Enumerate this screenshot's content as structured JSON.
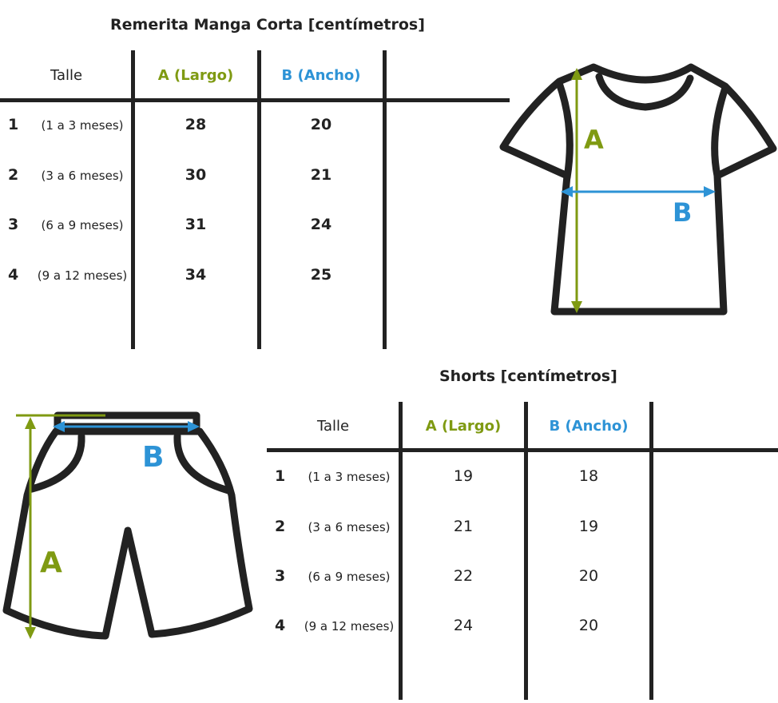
{
  "colors": {
    "a": "#7f9a12",
    "b": "#2d93d6",
    "line": "#222222"
  },
  "shirt": {
    "title": "Remerita Manga Corta [centímetros]",
    "headers": {
      "talle": "Talle",
      "a": "A (Largo)",
      "b": "B (Ancho)"
    },
    "rows": [
      {
        "n": "1",
        "range": "(1 a 3 meses)",
        "a": "28",
        "b": "20"
      },
      {
        "n": "2",
        "range": "(3 a 6 meses)",
        "a": "30",
        "b": "21"
      },
      {
        "n": "3",
        "range": "(6 a 9 meses)",
        "a": "31",
        "b": "24"
      },
      {
        "n": "4",
        "range": "(9 a 12 meses)",
        "a": "34",
        "b": "25"
      }
    ],
    "diagram": {
      "label_a": "A",
      "label_b": "B",
      "icon": "t-shirt-icon"
    }
  },
  "shorts": {
    "title": "Shorts [centímetros]",
    "headers": {
      "talle": "Talle",
      "a": "A (Largo)",
      "b": "B (Ancho)"
    },
    "rows": [
      {
        "n": "1",
        "range": "(1 a 3 meses)",
        "a": "19",
        "b": "18"
      },
      {
        "n": "2",
        "range": "(3 a 6 meses)",
        "a": "21",
        "b": "19"
      },
      {
        "n": "3",
        "range": "(6 a 9 meses)",
        "a": "22",
        "b": "20"
      },
      {
        "n": "4",
        "range": "(9 a 12 meses)",
        "a": "24",
        "b": "20"
      }
    ],
    "diagram": {
      "label_a": "A",
      "label_b": "B",
      "icon": "shorts-icon"
    }
  }
}
